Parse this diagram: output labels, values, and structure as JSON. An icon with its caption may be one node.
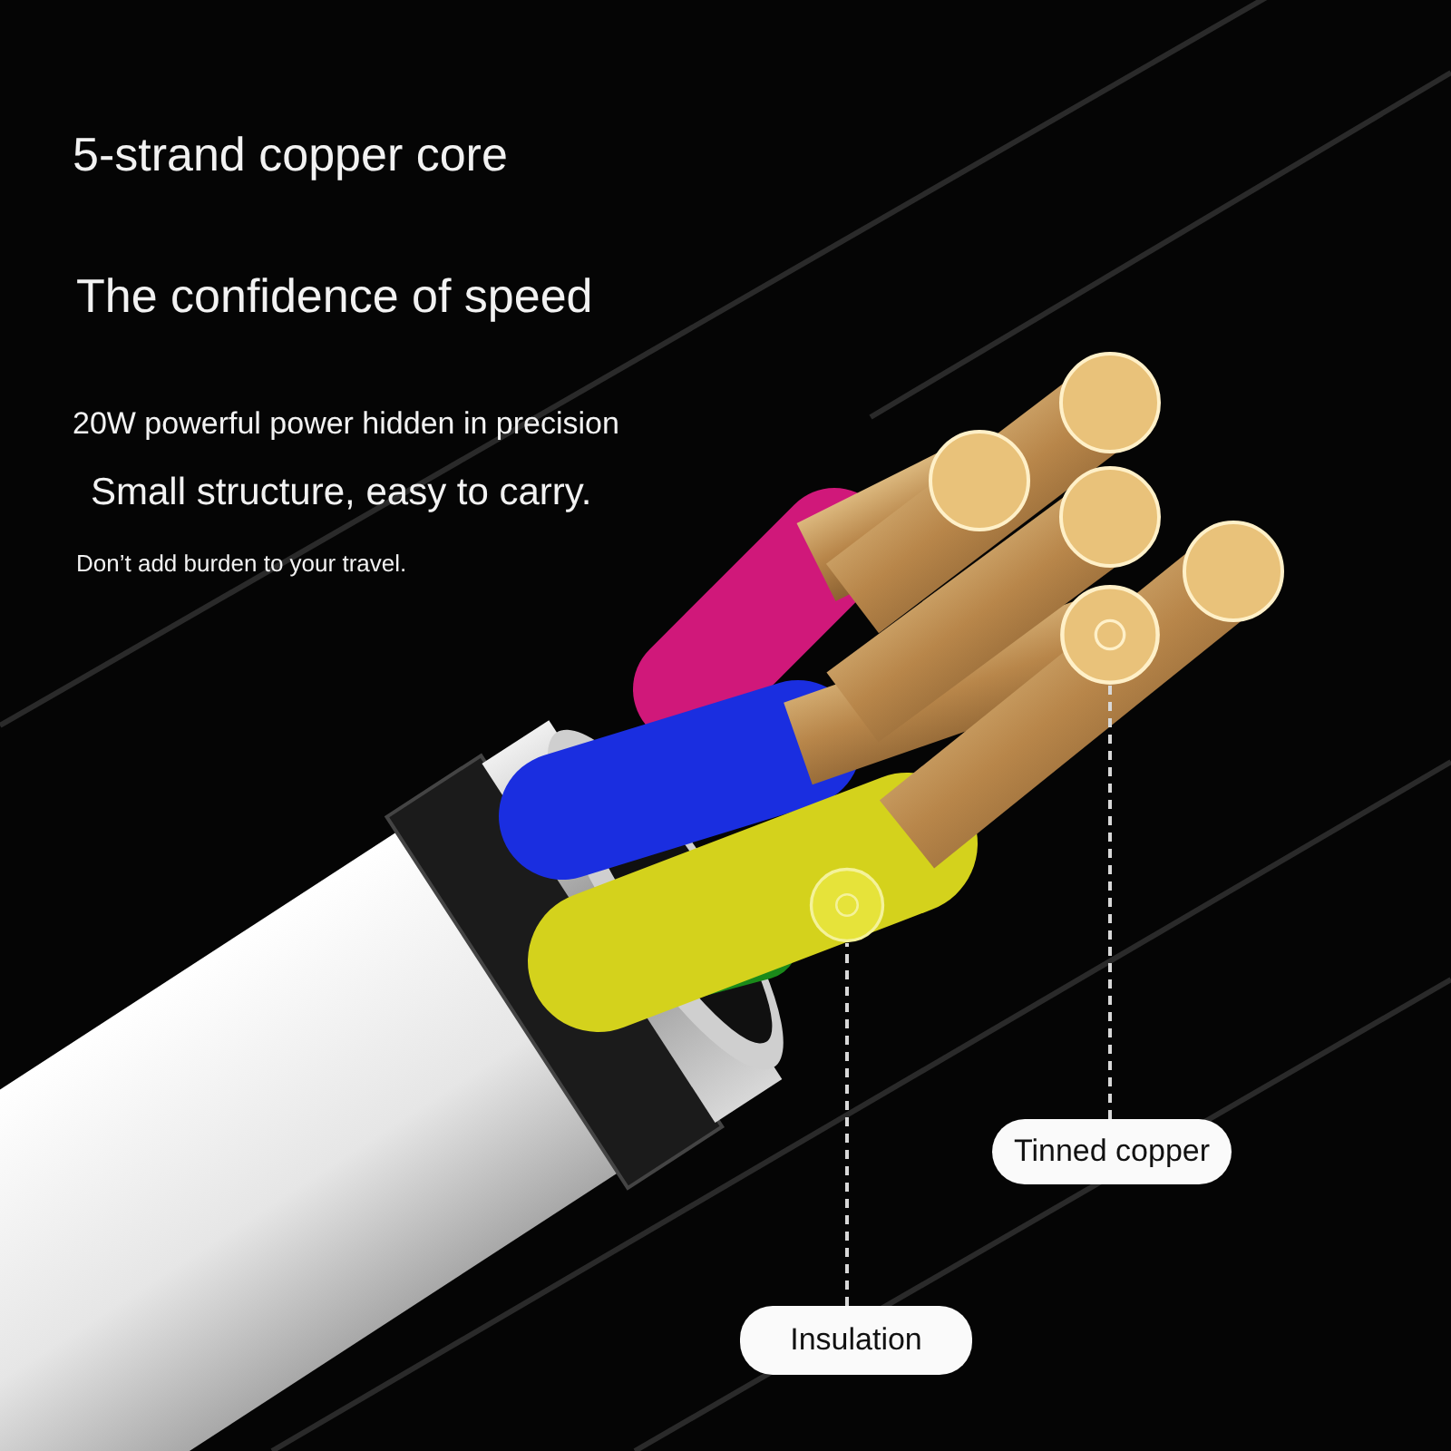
{
  "diagram": {
    "nodes": [
      {
        "text": [
          "Tinned copper"
        ]
      },
      {
        "text": [
          "Insulation"
        ]
      },
      {
        "text": [],
        "shape": "picture"
      },
      {
        "text": [],
        "shape": "picture"
      }
    ],
    "edges": [
      {
        "from": 0,
        "to": 2,
        "arrow": "none",
        "style": "dashed"
      },
      {
        "from": 1,
        "to": 3,
        "arrow": "none",
        "style": "dashed"
      }
    ],
    "labels": [
      "5-strand copper core",
      "The confidence of speed",
      "20W powerful power hidden in precision",
      "Small structure, easy to carry.",
      "Don’t add burden to your travel."
    ]
  }
}
